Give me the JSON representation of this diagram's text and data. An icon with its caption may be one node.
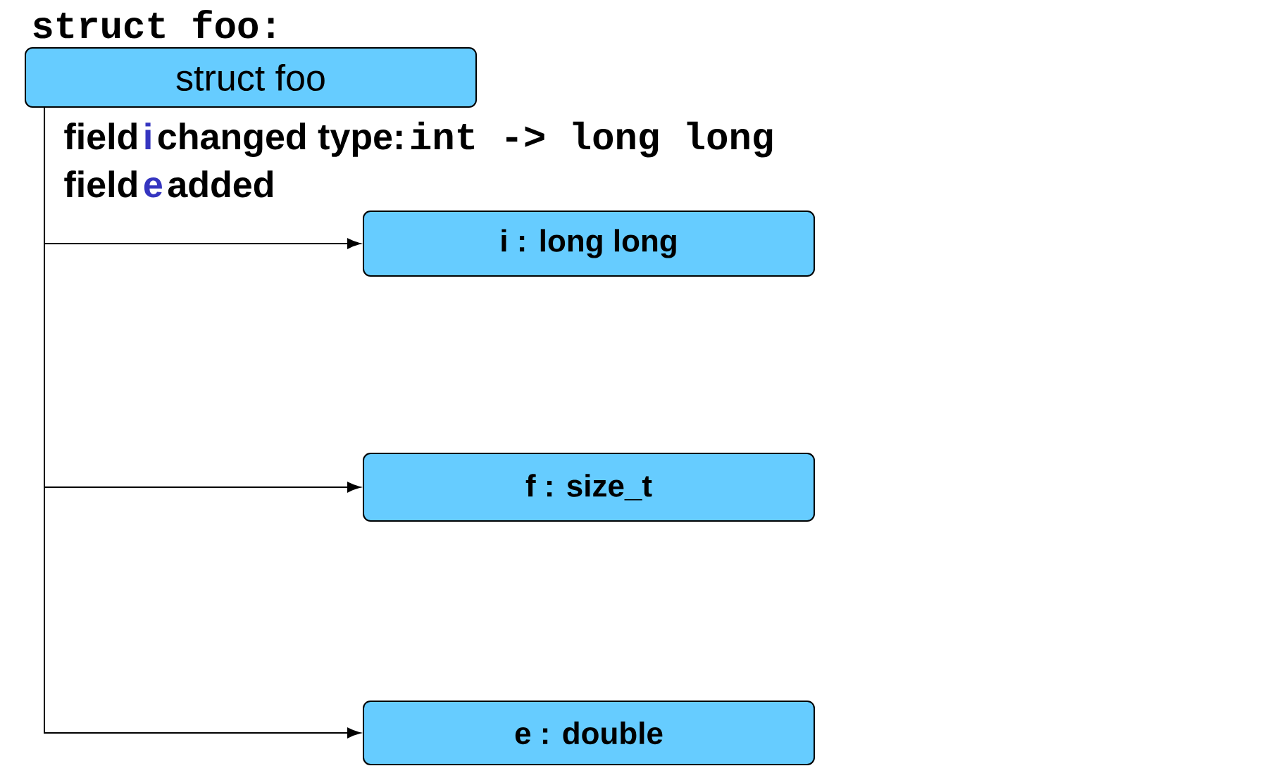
{
  "diagram": {
    "nodes": [
      {
        "text": [
          "struct foo"
        ]
      },
      {
        "text": [
          "i : long long"
        ]
      },
      {
        "text": [
          "f : size_t"
        ]
      },
      {
        "text": [
          "e : double"
        ]
      }
    ],
    "edges": [
      {
        "from": 0,
        "to": 1,
        "arrow": "to"
      },
      {
        "from": 0,
        "to": 2,
        "arrow": "to"
      },
      {
        "from": 0,
        "to": 3,
        "arrow": "to"
      }
    ],
    "labels": [
      "struct foo:",
      "field",
      "i",
      "changed type:",
      "int -> long long",
      "field",
      "e",
      "added"
    ]
  }
}
